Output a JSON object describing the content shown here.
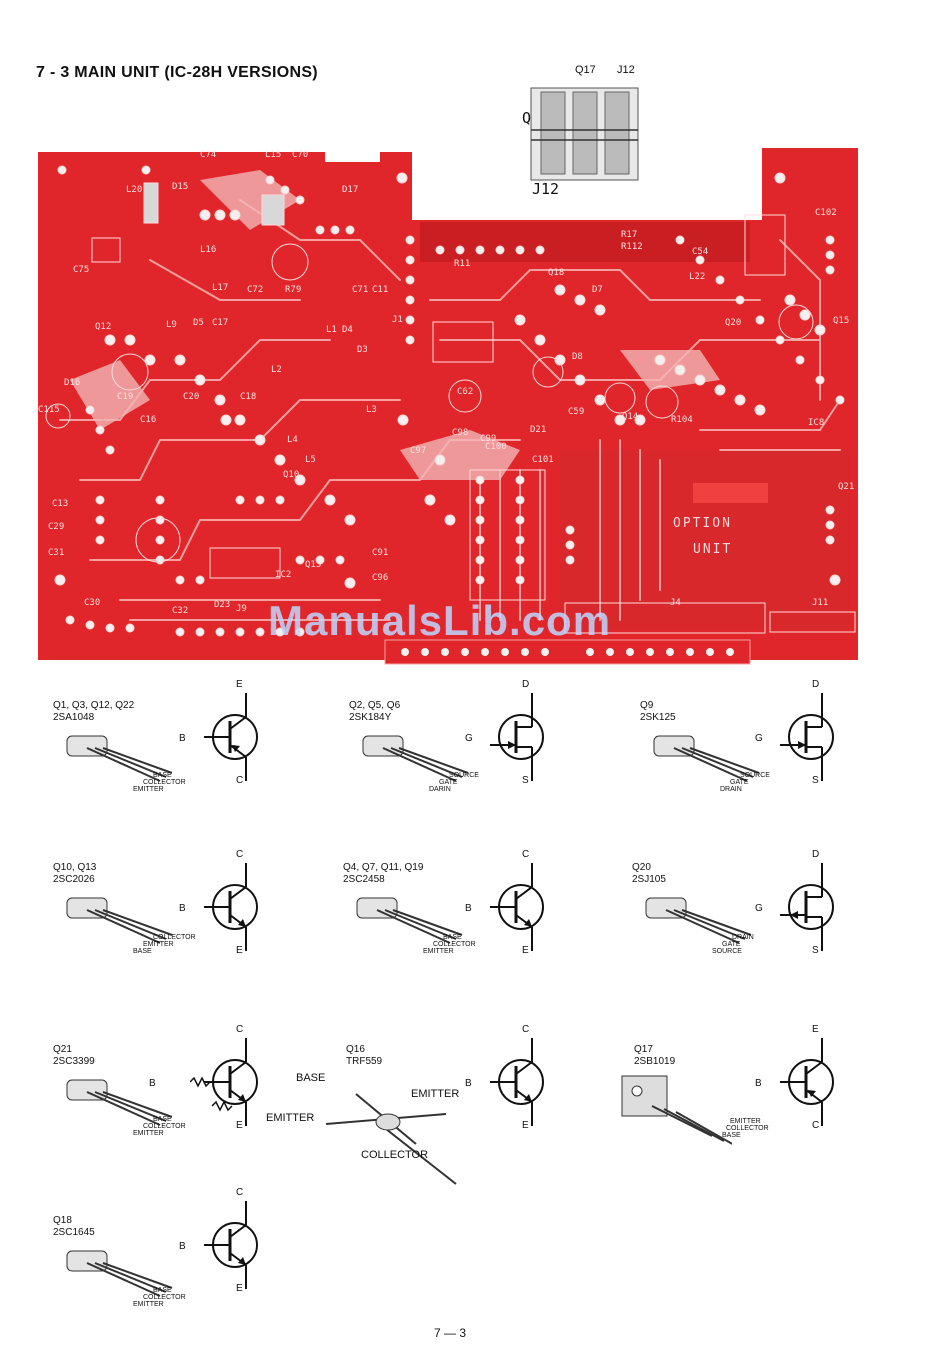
{
  "page_title": "7 - 3  MAIN UNIT (IC-28H VERSIONS)",
  "inset": {
    "top_labels": [
      "Q17",
      "J12"
    ],
    "q17_label": "Q17",
    "j12_label": "J12"
  },
  "board": {
    "option_unit": [
      "OPTION",
      "UNIT"
    ],
    "labels": [
      "C74",
      "L20",
      "D15",
      "L15",
      "C70",
      "D17",
      "D16",
      "C75",
      "L16",
      "L17",
      "C72",
      "R79",
      "C71",
      "C11",
      "L1",
      "D4",
      "D3",
      "J1",
      "Q12",
      "D5",
      "C17",
      "L9",
      "C115",
      "C16",
      "C18",
      "L2",
      "L3",
      "L4",
      "L5",
      "Q10",
      "C20",
      "C19",
      "Q13",
      "IC2",
      "D23",
      "J9",
      "C13",
      "C29",
      "C31",
      "C30",
      "C32",
      "C96",
      "C91",
      "C97",
      "C98",
      "C99",
      "C100",
      "C101",
      "D21",
      "D8",
      "C59",
      "Q14",
      "R104",
      "IC8",
      "R11",
      "Q18",
      "D7",
      "R17",
      "R112",
      "C54",
      "L22",
      "C102",
      "Q20",
      "Q21",
      "J4",
      "J11",
      "C62",
      "Q15"
    ],
    "colors": {
      "board": "#e0262a",
      "board_dark": "#c91e22",
      "trace": "#f4a0a0",
      "pad": "#f5f0f0",
      "silk": "#ffe8e8"
    }
  },
  "watermark": "ManualsLib.com",
  "transistors": [
    {
      "name": "Q1, Q3, Q12, Q22",
      "part": "2SA1048",
      "type": "pnp",
      "pins": [
        "BASE",
        "COLLECTOR",
        "EMITTER"
      ],
      "terms": [
        "E",
        "B",
        "C"
      ]
    },
    {
      "name": "Q2, Q5, Q6",
      "part": "2SK184Y",
      "type": "jfet",
      "pins": [
        "SOURCE",
        "GATE",
        "DARIN"
      ],
      "terms": [
        "D",
        "G",
        "S"
      ]
    },
    {
      "name": "Q9",
      "part": "2SK125",
      "type": "jfet",
      "pins": [
        "SOURCE",
        "GATE",
        "DRAIN"
      ],
      "terms": [
        "D",
        "G",
        "S"
      ]
    },
    {
      "name": "Q10, Q13",
      "part": "2SC2026",
      "type": "npn",
      "pins": [
        "COLLECTOR",
        "EMITTER",
        "BASE"
      ],
      "terms": [
        "C",
        "B",
        "E"
      ]
    },
    {
      "name": "Q4, Q7, Q11, Q19",
      "part": "2SC2458",
      "type": "npn",
      "pins": [
        "BASE",
        "COLLECTOR",
        "EMITTER"
      ],
      "terms": [
        "C",
        "B",
        "E"
      ]
    },
    {
      "name": "Q20",
      "part": "2SJ105",
      "type": "pjfet",
      "pins": [
        "DRAIN",
        "GATE",
        "SOURCE"
      ],
      "terms": [
        "D",
        "G",
        "S"
      ]
    },
    {
      "name": "Q21",
      "part": "2SC3399",
      "type": "npn-r",
      "pins": [
        "BASE",
        "COLLECTOR",
        "EMITTER"
      ],
      "terms": [
        "C",
        "B",
        "E"
      ]
    },
    {
      "name": "Q16",
      "part": "TRF559",
      "type": "npn-rf",
      "pins": [
        "BASE",
        "EMITTER",
        "EMITTER",
        "COLLECTOR"
      ],
      "terms": [
        "C",
        "B",
        "E"
      ]
    },
    {
      "name": "Q17",
      "part": "2SB1019",
      "type": "pnp-power",
      "pins": [
        "EMITTER",
        "COLLECTOR",
        "BASE"
      ],
      "terms": [
        "E",
        "B",
        "C"
      ]
    },
    {
      "name": "Q18",
      "part": "2SC1645",
      "type": "npn",
      "pins": [
        "BASE",
        "COLLECTOR",
        "EMITTER"
      ],
      "terms": [
        "C",
        "B",
        "E"
      ]
    }
  ],
  "footer": "7 — 3"
}
